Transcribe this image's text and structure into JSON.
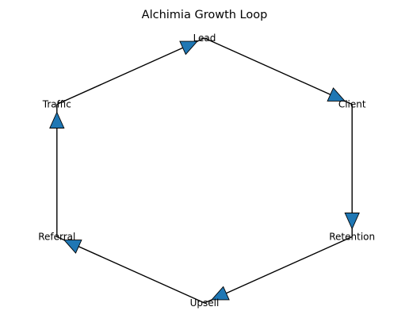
{
  "diagram": {
    "title": "Alchimia Growth Loop",
    "nodes": [
      {
        "id": "lead",
        "label": "Lead"
      },
      {
        "id": "client",
        "label": "Client"
      },
      {
        "id": "retention",
        "label": "Retention"
      },
      {
        "id": "upsell",
        "label": "Upsell"
      },
      {
        "id": "referral",
        "label": "Referral"
      },
      {
        "id": "traffic",
        "label": "Traffic"
      }
    ],
    "edges": [
      {
        "from": "lead",
        "to": "client"
      },
      {
        "from": "client",
        "to": "retention"
      },
      {
        "from": "retention",
        "to": "upsell"
      },
      {
        "from": "upsell",
        "to": "referral"
      },
      {
        "from": "referral",
        "to": "traffic"
      },
      {
        "from": "traffic",
        "to": "lead"
      }
    ],
    "colors": {
      "arrow_fill": "#1f77b4",
      "line": "#000000",
      "text": "#000000",
      "background": "#ffffff"
    }
  }
}
